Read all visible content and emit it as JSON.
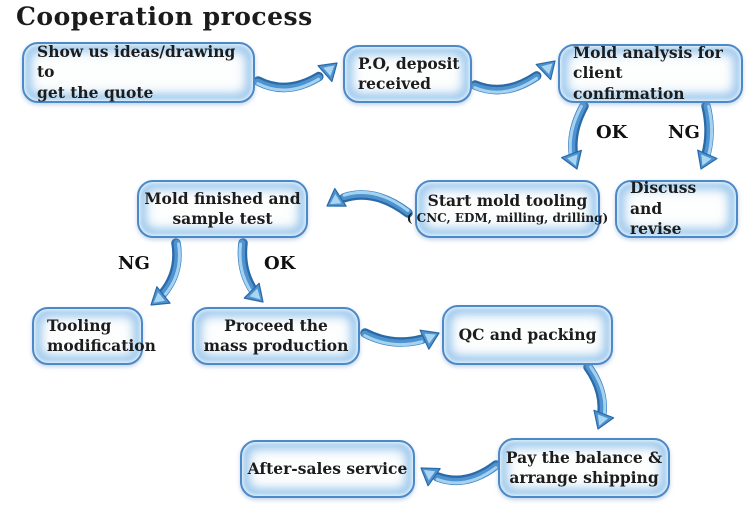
{
  "title": "Cooperation process",
  "boxes": [
    {
      "name": "show-ideas",
      "text": "Show us ideas/drawing to\nget the quote"
    },
    {
      "name": "po-deposit",
      "text": "P.O, deposit\nreceived"
    },
    {
      "name": "mold-analysis",
      "text": "Mold analysis for\nclient confirmation"
    },
    {
      "name": "start-mold-tooling",
      "text": "Start mold tooling",
      "subtext": "( CNC, EDM, milling, drilling)"
    },
    {
      "name": "discuss-revise",
      "text": "Discuss and\nrevise"
    },
    {
      "name": "mold-finished",
      "text": "Mold finished and\nsample test"
    },
    {
      "name": "tooling-modification",
      "text": "Tooling\nmodification"
    },
    {
      "name": "mass-production",
      "text": "Proceed the\nmass production"
    },
    {
      "name": "qc-packing",
      "text": "QC and packing"
    },
    {
      "name": "pay-balance",
      "text": "Pay the balance &\narrange shipping"
    },
    {
      "name": "after-sales",
      "text": "After-sales service"
    }
  ],
  "branch_labels": [
    {
      "text": "OK"
    },
    {
      "text": "NG"
    },
    {
      "text": "NG"
    },
    {
      "text": "OK"
    }
  ],
  "colors": {
    "arrow_main": "#4e92cf",
    "arrow_dark": "#2a6aa6",
    "arrow_light": "#a9d6f2",
    "box_border": "#4e89c7",
    "text": "#1c1c1c"
  }
}
